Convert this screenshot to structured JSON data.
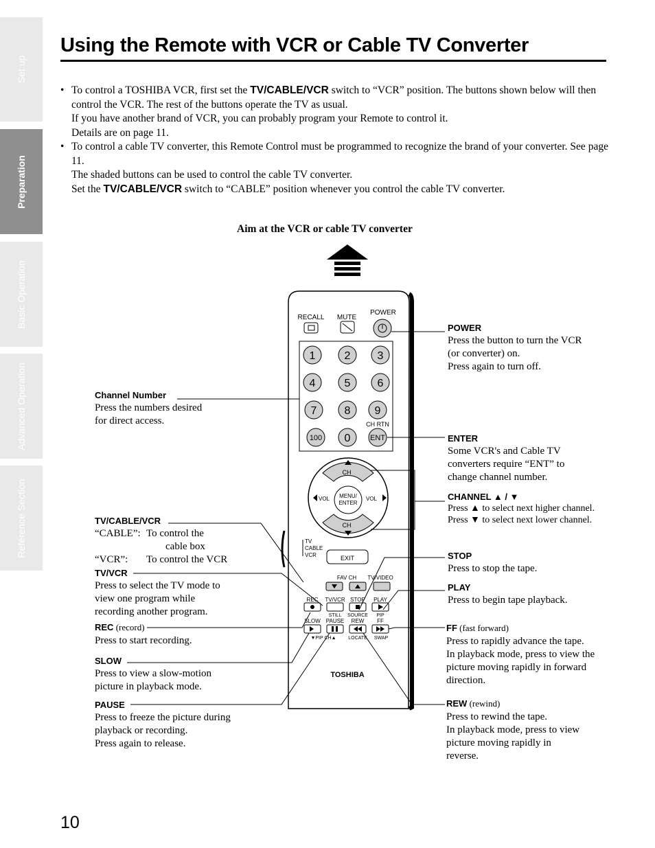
{
  "side_tabs": [
    "Set up",
    "Preparation",
    "Basic Operation",
    "Advanced Operation",
    "Reference Section"
  ],
  "title": "Using the Remote with VCR or Cable TV Converter",
  "bullet1": {
    "p1": "To control a TOSHIBA VCR, first set the ",
    "switch": "TV/CABLE/VCR",
    "p2": " switch to “VCR” position. The buttons shown below will then control the VCR. The rest of the buttons operate the TV as usual.",
    "l2": "If you have another brand of VCR, you can probably program your Remote to control it.",
    "l3": "Details are on page 11."
  },
  "bullet2": {
    "l1": "To control a cable TV converter, this Remote Control must be programmed to recognize the brand of your converter. See page 11.",
    "l2": "The shaded buttons can be used to control the cable TV converter.",
    "p1": "Set the ",
    "switch": "TV/CABLE/VCR",
    "p2": " switch to “CABLE” position whenever you control the cable TV converter."
  },
  "aim_label": "Aim at the VCR or cable TV converter",
  "remote": {
    "recall": "RECALL",
    "mute": "MUTE",
    "power": "POWER",
    "digits": [
      "1",
      "2",
      "3",
      "4",
      "5",
      "6",
      "7",
      "8",
      "9",
      "100",
      "0",
      "ENT"
    ],
    "ch_rtn": "CH RTN",
    "ch": "CH",
    "vol": "VOL",
    "menu1": "MENU/",
    "menu2": "ENTER",
    "switch_tv": "TV",
    "switch_cable": "CABLE",
    "switch_vcr": "VCR",
    "exit": "EXIT",
    "fav_ch": "FAV CH",
    "tv_video": "TV/VIDEO",
    "rec": "REC",
    "tv_vcr": "TV/VCR",
    "stop": "STOP",
    "play": "PLAY",
    "still": "STILL",
    "source": "SOURCE",
    "pip": "PIP",
    "slow": "SLOW",
    "pause": "PAUSE",
    "rew": "REW",
    "ff": "FF",
    "pip_ch": "▼PIP CH▲",
    "locate": "LOCATE",
    "swap": "SWAP",
    "brand": "TOSHIBA"
  },
  "captions": {
    "power": {
      "h": "POWER",
      "t": [
        "Press the button to turn the VCR",
        "(or converter) on.",
        "Press again to turn off."
      ]
    },
    "channel_number": {
      "h": "Channel Number",
      "t": [
        "Press the numbers desired",
        "for direct access."
      ]
    },
    "enter": {
      "h": "ENTER",
      "t": [
        "Some VCR's and Cable TV",
        "converters require “ENT” to",
        "change channel number."
      ]
    },
    "channel": {
      "h": "CHANNEL ▲ / ▼",
      "t": [
        "Press ▲ to select next higher channel.",
        "Press ▼ to select next lower channel."
      ]
    },
    "tvcablevcr": {
      "h": "TV/CABLE/VCR",
      "cable_k": "“CABLE”:",
      "cable_v1": "To control the",
      "cable_v2": "cable box",
      "vcr_k": "“VCR”:",
      "vcr_v": "To control the VCR"
    },
    "tvvcr": {
      "h": "TV/VCR",
      "t": [
        "Press to select the TV mode to",
        "view one program while",
        "recording another program."
      ]
    },
    "stop": {
      "h": "STOP",
      "t": [
        "Press to stop the tape."
      ]
    },
    "play": {
      "h": "PLAY",
      "t": [
        "Press to begin tape playback."
      ]
    },
    "rec": {
      "h": "REC",
      "sub": " (record)",
      "t": [
        "Press to start recording."
      ]
    },
    "ff": {
      "h": "FF",
      "sub": " (fast forward)",
      "t": [
        "Press to rapidly advance the tape.",
        "In playback mode, press to view the",
        "picture moving rapidly in forward",
        "direction."
      ]
    },
    "slow": {
      "h": "SLOW",
      "t": [
        "Press to view a slow-motion",
        "picture in playback mode."
      ]
    },
    "pause": {
      "h": "PAUSE",
      "t": [
        "Press to freeze the picture during",
        "playback or recording.",
        "Press again to release."
      ]
    },
    "rew": {
      "h": "REW",
      "sub": " (rewind)",
      "t": [
        "Press to rewind the tape.",
        "In playback mode, press to view",
        "picture moving rapidly in",
        "reverse."
      ]
    }
  },
  "page_number": "10"
}
